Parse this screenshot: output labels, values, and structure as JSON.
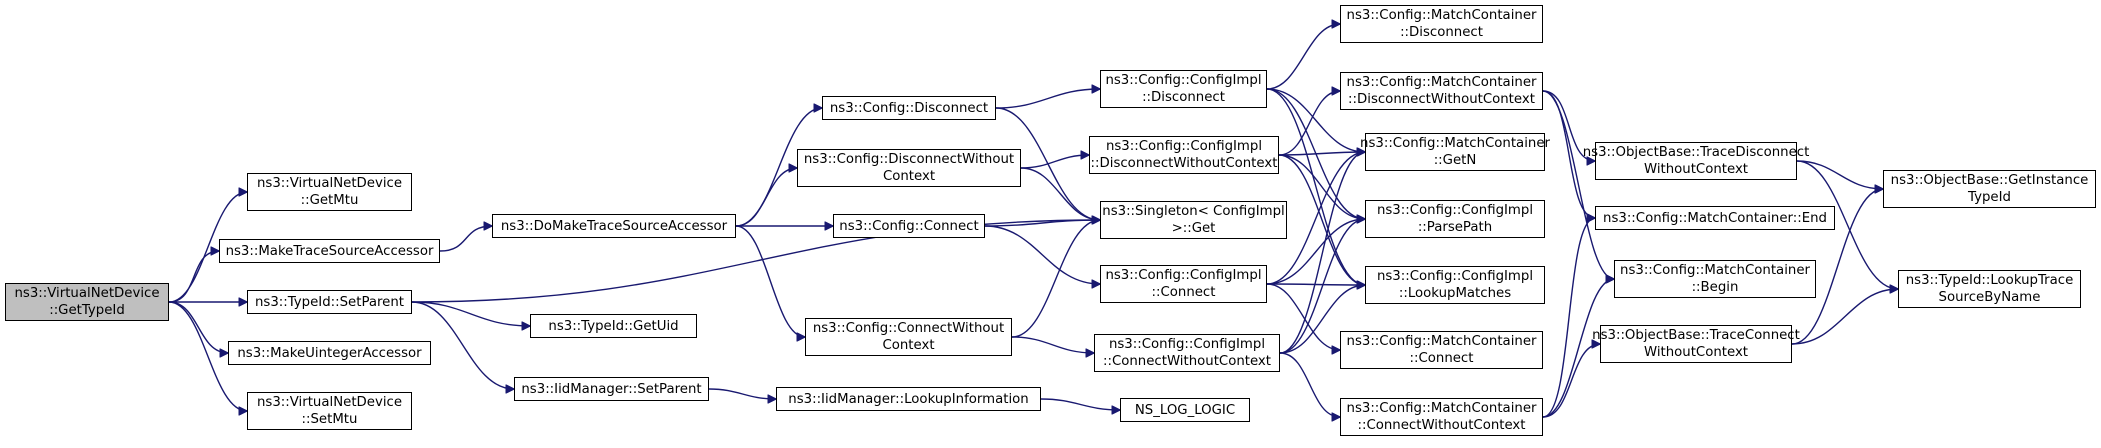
{
  "colors": {
    "edge": "#191970",
    "root_fill": "#bfbfbf",
    "node_fill": "#ffffff",
    "node_border": "#000000"
  },
  "nodes": {
    "virtualnetdevice_gettypeid": [
      "ns3::VirtualNetDevice",
      "::GetTypeId"
    ],
    "virtualnetdevice_getmtu": [
      "ns3::VirtualNetDevice",
      "::GetMtu"
    ],
    "maketracesourceaccessor": [
      "ns3::MakeTraceSourceAccessor"
    ],
    "typeid_setparent": [
      "ns3::TypeId::SetParent"
    ],
    "makeuintegeraccessor": [
      "ns3::MakeUintegerAccessor"
    ],
    "virtualnetdevice_setmtu": [
      "ns3::VirtualNetDevice",
      "::SetMtu"
    ],
    "domaketracesourceaccessor": [
      "ns3::DoMakeTraceSourceAccessor"
    ],
    "typeid_getuid": [
      "ns3::TypeId::GetUid"
    ],
    "iidmanager_setparent": [
      "ns3::IidManager::SetParent"
    ],
    "config_disconnect": [
      "ns3::Config::Disconnect"
    ],
    "config_disconnectwithoutcontext": [
      "ns3::Config::DisconnectWithout",
      "Context"
    ],
    "config_connect": [
      "ns3::Config::Connect"
    ],
    "config_connectwithoutcontext": [
      "ns3::Config::ConnectWithout",
      "Context"
    ],
    "iidmanager_lookupinformation": [
      "ns3::IidManager::LookupInformation"
    ],
    "configimpl_disconnect": [
      "ns3::Config::ConfigImpl",
      "::Disconnect"
    ],
    "configimpl_disconnectwithoutcontext": [
      "ns3::Config::ConfigImpl",
      "::DisconnectWithoutContext"
    ],
    "singleton_get": [
      "ns3::Singleton< ConfigImpl",
      ">::Get"
    ],
    "configimpl_connect": [
      "ns3::Config::ConfigImpl",
      "::Connect"
    ],
    "configimpl_connectwithoutcontext": [
      "ns3::Config::ConfigImpl",
      "::ConnectWithoutContext"
    ],
    "ns_log_logic": [
      "NS_LOG_LOGIC"
    ],
    "matchcontainer_disconnect": [
      "ns3::Config::MatchContainer",
      "::Disconnect"
    ],
    "matchcontainer_disconnectwithoutcontext": [
      "ns3::Config::MatchContainer",
      "::DisconnectWithoutContext"
    ],
    "matchcontainer_getn": [
      "ns3::Config::MatchContainer",
      "::GetN"
    ],
    "configimpl_parsepath": [
      "ns3::Config::ConfigImpl",
      "::ParsePath"
    ],
    "configimpl_lookupmatches": [
      "ns3::Config::ConfigImpl",
      "::LookupMatches"
    ],
    "matchcontainer_connect": [
      "ns3::Config::MatchContainer",
      "::Connect"
    ],
    "matchcontainer_connectwithoutcontext": [
      "ns3::Config::MatchContainer",
      "::ConnectWithoutContext"
    ],
    "objectbase_tracedisconnectwithoutcontext": [
      "ns3::ObjectBase::TraceDisconnect",
      "WithoutContext"
    ],
    "matchcontainer_end": [
      "ns3::Config::MatchContainer::End"
    ],
    "matchcontainer_begin": [
      "ns3::Config::MatchContainer",
      "::Begin"
    ],
    "objectbase_traceconnectwithoutcontext": [
      "ns3::ObjectBase::TraceConnect",
      "WithoutContext"
    ],
    "objectbase_getinstancetypeid": [
      "ns3::ObjectBase::GetInstance",
      "TypeId"
    ],
    "typeid_lookuptracesourcebyname": [
      "ns3::TypeId::LookupTrace",
      "SourceByName"
    ]
  },
  "edges": [
    [
      "virtualnetdevice_gettypeid",
      "virtualnetdevice_getmtu"
    ],
    [
      "virtualnetdevice_gettypeid",
      "maketracesourceaccessor"
    ],
    [
      "virtualnetdevice_gettypeid",
      "typeid_setparent"
    ],
    [
      "virtualnetdevice_gettypeid",
      "makeuintegeraccessor"
    ],
    [
      "virtualnetdevice_gettypeid",
      "virtualnetdevice_setmtu"
    ],
    [
      "maketracesourceaccessor",
      "domaketracesourceaccessor"
    ],
    [
      "typeid_setparent",
      "typeid_getuid"
    ],
    [
      "typeid_setparent",
      "iidmanager_setparent"
    ],
    [
      "typeid_setparent",
      "singleton_get"
    ],
    [
      "domaketracesourceaccessor",
      "config_disconnect"
    ],
    [
      "domaketracesourceaccessor",
      "config_disconnectwithoutcontext"
    ],
    [
      "domaketracesourceaccessor",
      "config_connect"
    ],
    [
      "domaketracesourceaccessor",
      "config_connectwithoutcontext"
    ],
    [
      "iidmanager_setparent",
      "iidmanager_lookupinformation"
    ],
    [
      "config_disconnect",
      "configimpl_disconnect"
    ],
    [
      "config_disconnect",
      "singleton_get"
    ],
    [
      "config_disconnectwithoutcontext",
      "configimpl_disconnectwithoutcontext"
    ],
    [
      "config_disconnectwithoutcontext",
      "singleton_get"
    ],
    [
      "config_connect",
      "singleton_get"
    ],
    [
      "config_connect",
      "configimpl_connect"
    ],
    [
      "config_connectwithoutcontext",
      "singleton_get"
    ],
    [
      "config_connectwithoutcontext",
      "configimpl_connectwithoutcontext"
    ],
    [
      "iidmanager_lookupinformation",
      "ns_log_logic"
    ],
    [
      "configimpl_disconnect",
      "matchcontainer_disconnect"
    ],
    [
      "configimpl_disconnect",
      "matchcontainer_getn"
    ],
    [
      "configimpl_disconnect",
      "configimpl_parsepath"
    ],
    [
      "configimpl_disconnect",
      "configimpl_lookupmatches"
    ],
    [
      "configimpl_disconnectwithoutcontext",
      "matchcontainer_disconnectwithoutcontext"
    ],
    [
      "configimpl_disconnectwithoutcontext",
      "matchcontainer_getn"
    ],
    [
      "configimpl_disconnectwithoutcontext",
      "configimpl_parsepath"
    ],
    [
      "configimpl_disconnectwithoutcontext",
      "configimpl_lookupmatches"
    ],
    [
      "configimpl_connect",
      "matchcontainer_getn"
    ],
    [
      "configimpl_connect",
      "configimpl_parsepath"
    ],
    [
      "configimpl_connect",
      "configimpl_lookupmatches"
    ],
    [
      "configimpl_connect",
      "matchcontainer_connect"
    ],
    [
      "configimpl_connectwithoutcontext",
      "matchcontainer_getn"
    ],
    [
      "configimpl_connectwithoutcontext",
      "configimpl_parsepath"
    ],
    [
      "configimpl_connectwithoutcontext",
      "configimpl_lookupmatches"
    ],
    [
      "configimpl_connectwithoutcontext",
      "matchcontainer_connectwithoutcontext"
    ],
    [
      "matchcontainer_disconnectwithoutcontext",
      "objectbase_tracedisconnectwithoutcontext"
    ],
    [
      "matchcontainer_disconnectwithoutcontext",
      "matchcontainer_end"
    ],
    [
      "matchcontainer_disconnectwithoutcontext",
      "matchcontainer_begin"
    ],
    [
      "matchcontainer_connectwithoutcontext",
      "objectbase_traceconnectwithoutcontext"
    ],
    [
      "matchcontainer_connectwithoutcontext",
      "matchcontainer_end"
    ],
    [
      "matchcontainer_connectwithoutcontext",
      "matchcontainer_begin"
    ],
    [
      "objectbase_tracedisconnectwithoutcontext",
      "objectbase_getinstancetypeid"
    ],
    [
      "objectbase_tracedisconnectwithoutcontext",
      "typeid_lookuptracesourcebyname"
    ],
    [
      "objectbase_traceconnectwithoutcontext",
      "objectbase_getinstancetypeid"
    ],
    [
      "objectbase_traceconnectwithoutcontext",
      "typeid_lookuptracesourcebyname"
    ]
  ]
}
